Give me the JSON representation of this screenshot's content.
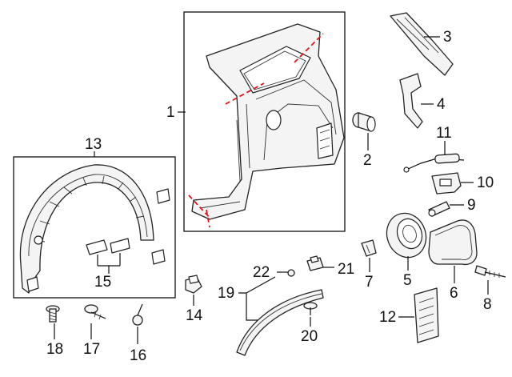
{
  "diagram": {
    "callouts": {
      "c1": "1",
      "c2": "2",
      "c3": "3",
      "c4": "4",
      "c5": "5",
      "c6": "6",
      "c7": "7",
      "c8": "8",
      "c9": "9",
      "c10": "10",
      "c11": "11",
      "c12": "12",
      "c13": "13",
      "c14": "14",
      "c15": "15",
      "c16": "16",
      "c17": "17",
      "c18": "18",
      "c19": "19",
      "c20": "20",
      "c21": "21",
      "c22": "22"
    },
    "colors": {
      "cut_line": "#e0141e",
      "line": "#111111",
      "background": "#ffffff"
    }
  }
}
